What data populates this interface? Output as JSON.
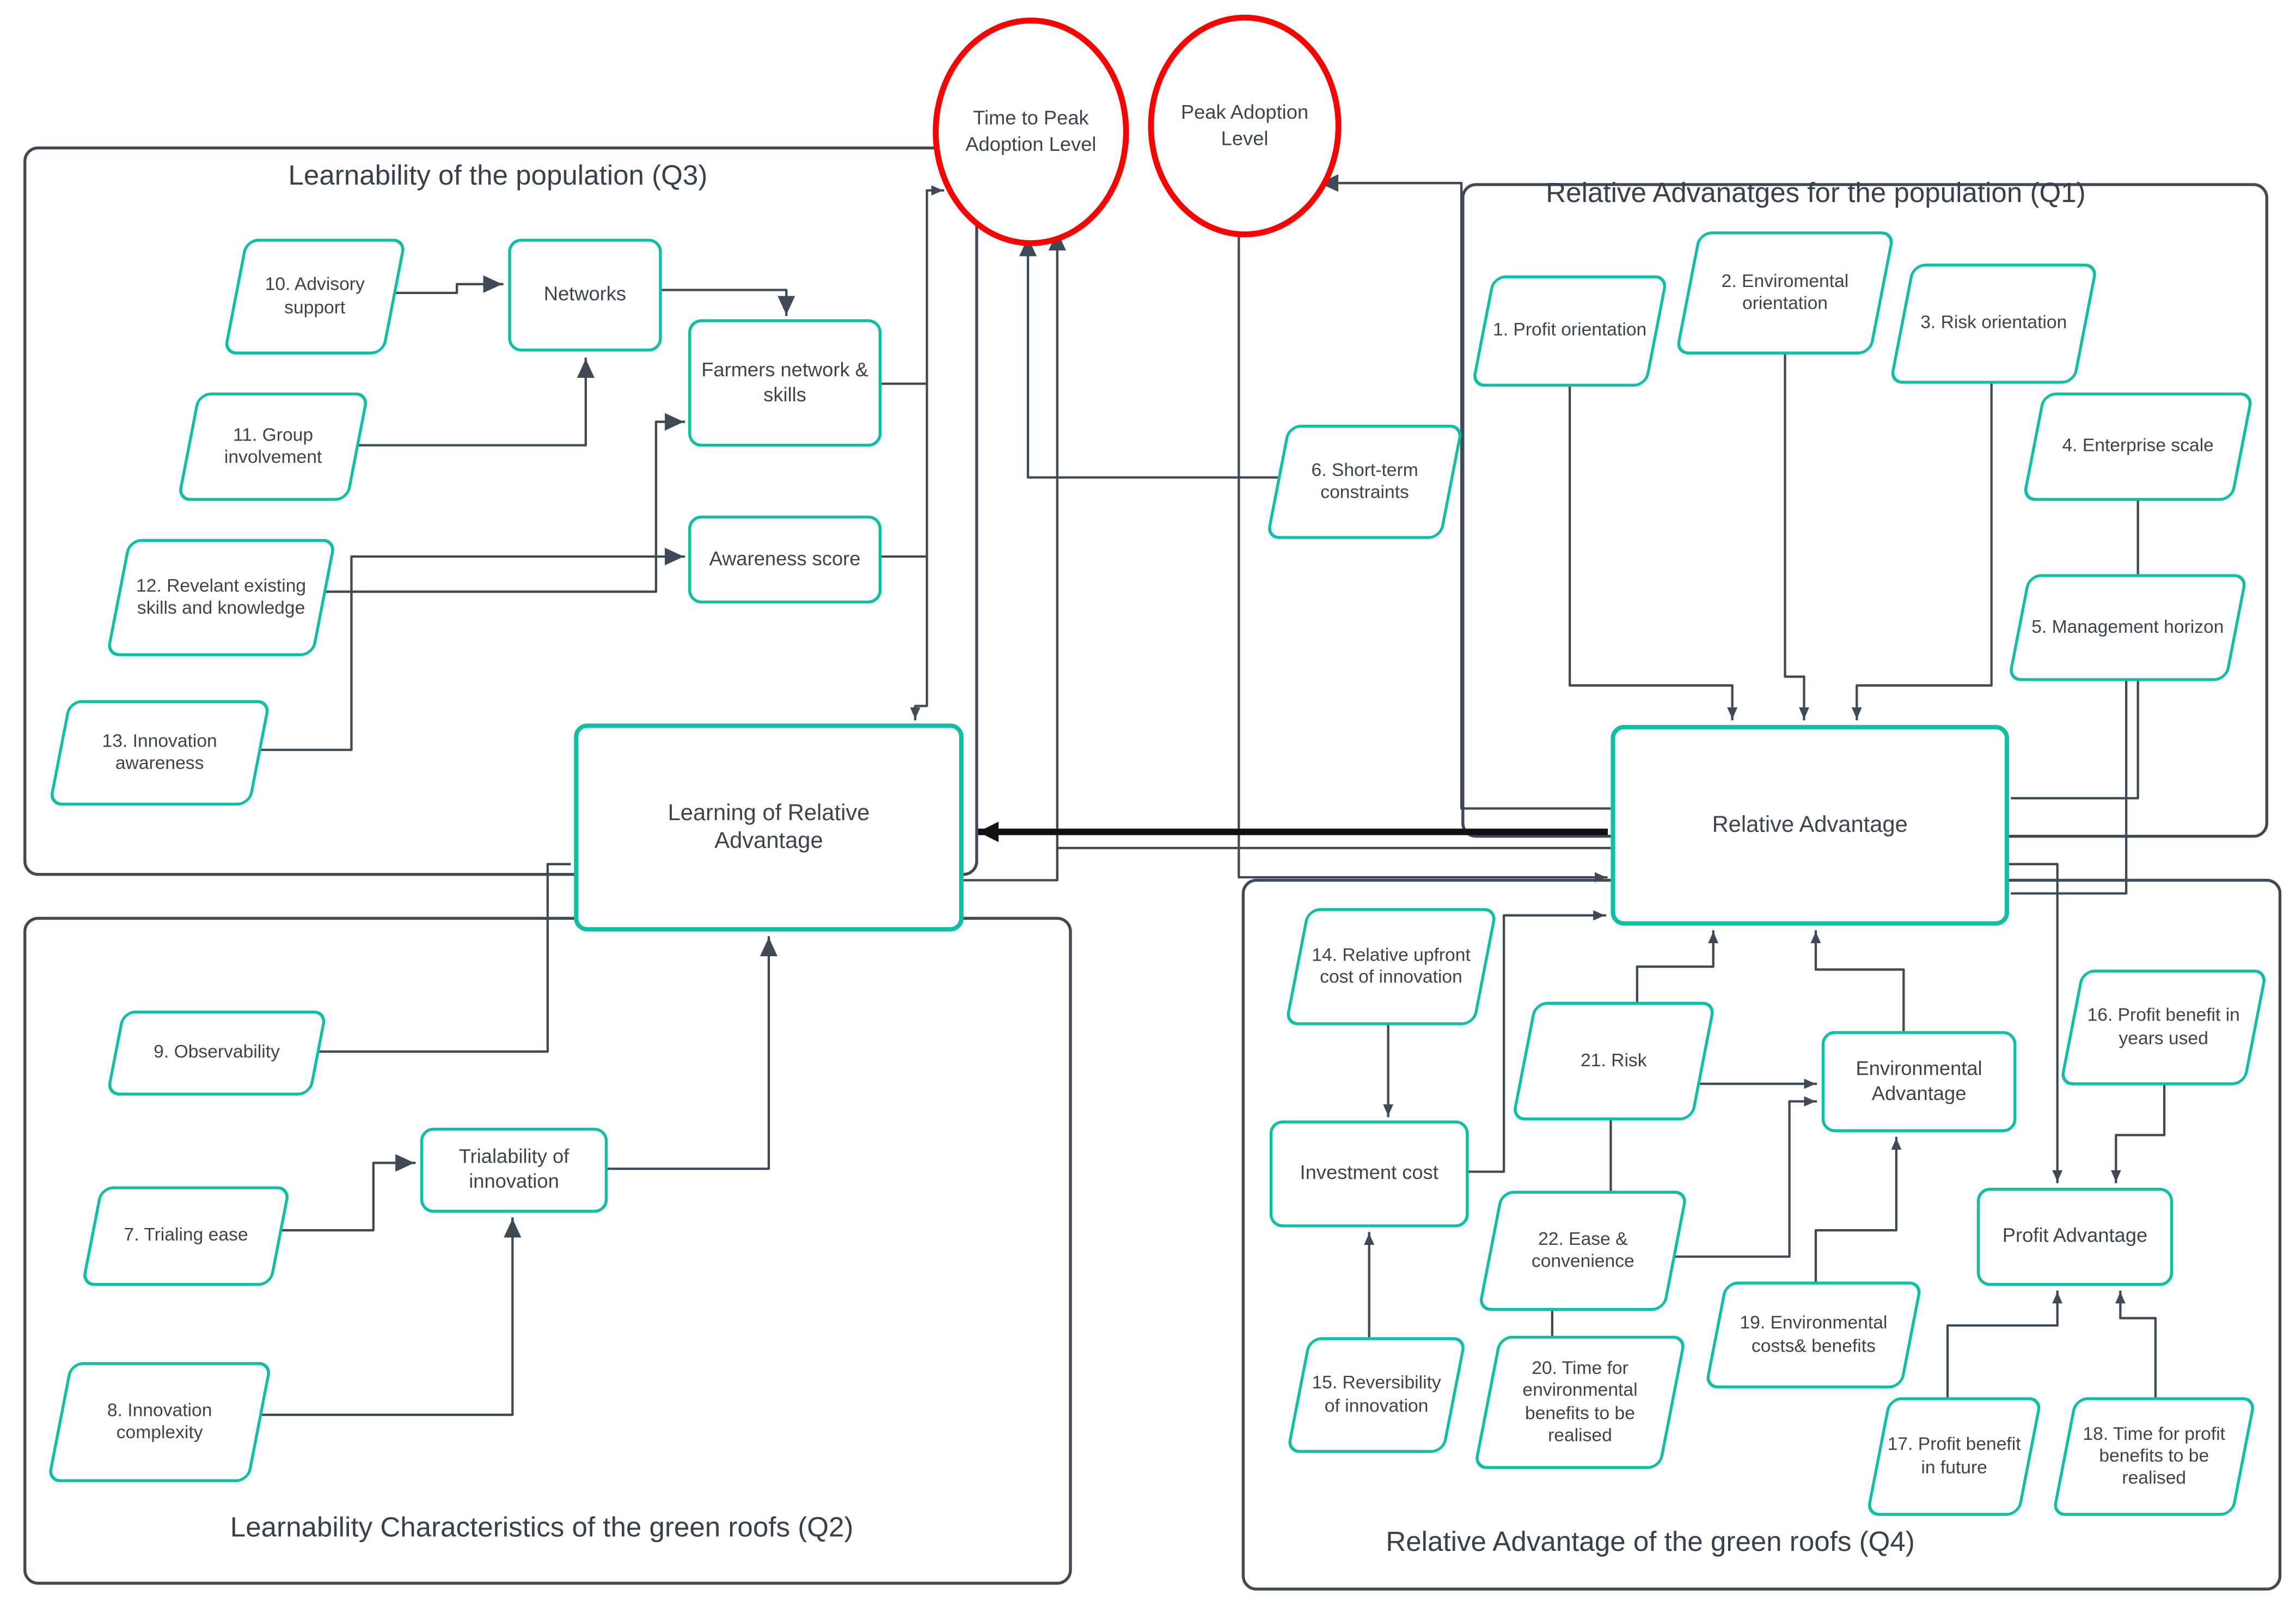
{
  "colors": {
    "node_border": "#0dbfa4",
    "ellipse_border": "#fe0000",
    "connector": "#3e4a56",
    "thick_arrow": "#111111",
    "text": "#3b4550",
    "background": "#ffffff"
  },
  "quadrants": {
    "q3": {
      "title": "Learnability of the population (Q3)"
    },
    "q1": {
      "title": "Relative Advanatges for the population (Q1)"
    },
    "q2": {
      "title": "Learnability Characteristics of the green roofs (Q2)"
    },
    "q4": {
      "title": "Relative Advantage of the green roofs (Q4)"
    }
  },
  "ellipses": {
    "time_to_peak": {
      "label": "Time to Peak Adoption Level"
    },
    "peak_adoption": {
      "label": "Peak Adoption Level"
    }
  },
  "nodes": {
    "networks": {
      "label": "Networks"
    },
    "farmers_network": {
      "label": "Farmers network & skills"
    },
    "awareness_score": {
      "label": "Awareness score"
    },
    "learning_ra": {
      "label": "Learning of Relative Advantage"
    },
    "relative_advantage": {
      "label": "Relative Advantage"
    },
    "trialability": {
      "label": "Trialability of innovation"
    },
    "investment_cost": {
      "label": "Investment cost"
    },
    "environmental_advantage": {
      "label": "Environmental Advantage"
    },
    "profit_advantage": {
      "label": "Profit Advantage"
    }
  },
  "factors": {
    "f1": {
      "label": "1. Profit orientation"
    },
    "f2": {
      "label": "2. Enviromental orientation"
    },
    "f3": {
      "label": "3. Risk orientation"
    },
    "f4": {
      "label": "4. Enterprise scale"
    },
    "f5": {
      "label": "5. Management horizon"
    },
    "f6": {
      "label": "6. Short-term constraints"
    },
    "f7": {
      "label": "7. Trialing ease"
    },
    "f8": {
      "label": "8. Innovation complexity"
    },
    "f9": {
      "label": "9. Observability"
    },
    "f10": {
      "label": "10. Advisory support"
    },
    "f11": {
      "label": "11. Group involvement"
    },
    "f12": {
      "label": "12. Revelant existing skills and knowledge"
    },
    "f13": {
      "label": "13. Innovation awareness"
    },
    "f14": {
      "label": "14. Relative upfront cost of innovation"
    },
    "f15": {
      "label": "15. Reversibility of innovation"
    },
    "f16": {
      "label": "16. Profit benefit in years used"
    },
    "f17": {
      "label": "17. Profit benefit in future"
    },
    "f18": {
      "label": "18. Time for profit benefits to be realised"
    },
    "f19": {
      "label": "19. Environmental costs& benefits"
    },
    "f20": {
      "label": "20. Time for environmental benefits to be realised"
    },
    "f21": {
      "label": "21. Risk"
    },
    "f22": {
      "label": "22. Ease & convenience"
    }
  },
  "edges": [
    {
      "from": "10. Advisory support",
      "to": "Networks"
    },
    {
      "from": "11. Group involvement",
      "to": "Networks"
    },
    {
      "from": "Networks",
      "to": "Farmers network & skills"
    },
    {
      "from": "12. Revelant existing skills and knowledge",
      "to": "Farmers network & skills"
    },
    {
      "from": "13. Innovation awareness",
      "to": "Awareness score"
    },
    {
      "from": "Farmers network & skills",
      "to": "Learning of Relative Advantage"
    },
    {
      "from": "Farmers network & skills",
      "to": "Time to Peak Adoption Level"
    },
    {
      "from": "Awareness score",
      "to": "Learning of Relative Advantage"
    },
    {
      "from": "6. Short-term constraints",
      "to": "Time to Peak Adoption Level"
    },
    {
      "from": "Learning of Relative Advantage",
      "to": "Time to Peak Adoption Level"
    },
    {
      "from": "Relative Advantage",
      "to": "Time to Peak Adoption Level"
    },
    {
      "from": "Relative Advantage",
      "to": "Peak Adoption Level"
    },
    {
      "from": "Peak Adoption Level",
      "to": "Relative Advantage"
    },
    {
      "from": "Relative Advantage",
      "to": "Learning of Relative Advantage"
    },
    {
      "from": "1. Profit orientation",
      "to": "Relative Advantage"
    },
    {
      "from": "2. Enviromental orientation",
      "to": "Relative Advantage"
    },
    {
      "from": "3. Risk orientation",
      "to": "Relative Advantage"
    },
    {
      "from": "4. Enterprise scale",
      "to": "Relative Advantage"
    },
    {
      "from": "5. Management horizon",
      "to": "Relative Advantage"
    },
    {
      "from": "7. Trialing ease",
      "to": "Trialability of innovation"
    },
    {
      "from": "8. Innovation complexity",
      "to": "Trialability of innovation"
    },
    {
      "from": "9. Observability",
      "to": "Learning of Relative Advantage"
    },
    {
      "from": "Trialability of innovation",
      "to": "Learning of Relative Advantage"
    },
    {
      "from": "14. Relative upfront cost of innovation",
      "to": "Investment cost"
    },
    {
      "from": "15. Reversibility of innovation",
      "to": "Investment cost"
    },
    {
      "from": "Investment cost",
      "to": "Relative Advantage"
    },
    {
      "from": "21. Risk",
      "to": "Relative Advantage"
    },
    {
      "from": "Environmental Advantage",
      "to": "Relative Advantage"
    },
    {
      "from": "22. Ease & convenience",
      "to": "Environmental Advantage"
    },
    {
      "from": "20. Time for environmental benefits to be realised",
      "to": "Environmental Advantage"
    },
    {
      "from": "19. Environmental costs& benefits",
      "to": "Environmental Advantage"
    },
    {
      "from": "16. Profit benefit in years used",
      "to": "Profit Advantage"
    },
    {
      "from": "Relative Advantage",
      "to": "Profit Advantage"
    },
    {
      "from": "17. Profit benefit in future",
      "to": "Profit Advantage"
    },
    {
      "from": "18. Time for profit benefits to be realised",
      "to": "Profit Advantage"
    }
  ]
}
